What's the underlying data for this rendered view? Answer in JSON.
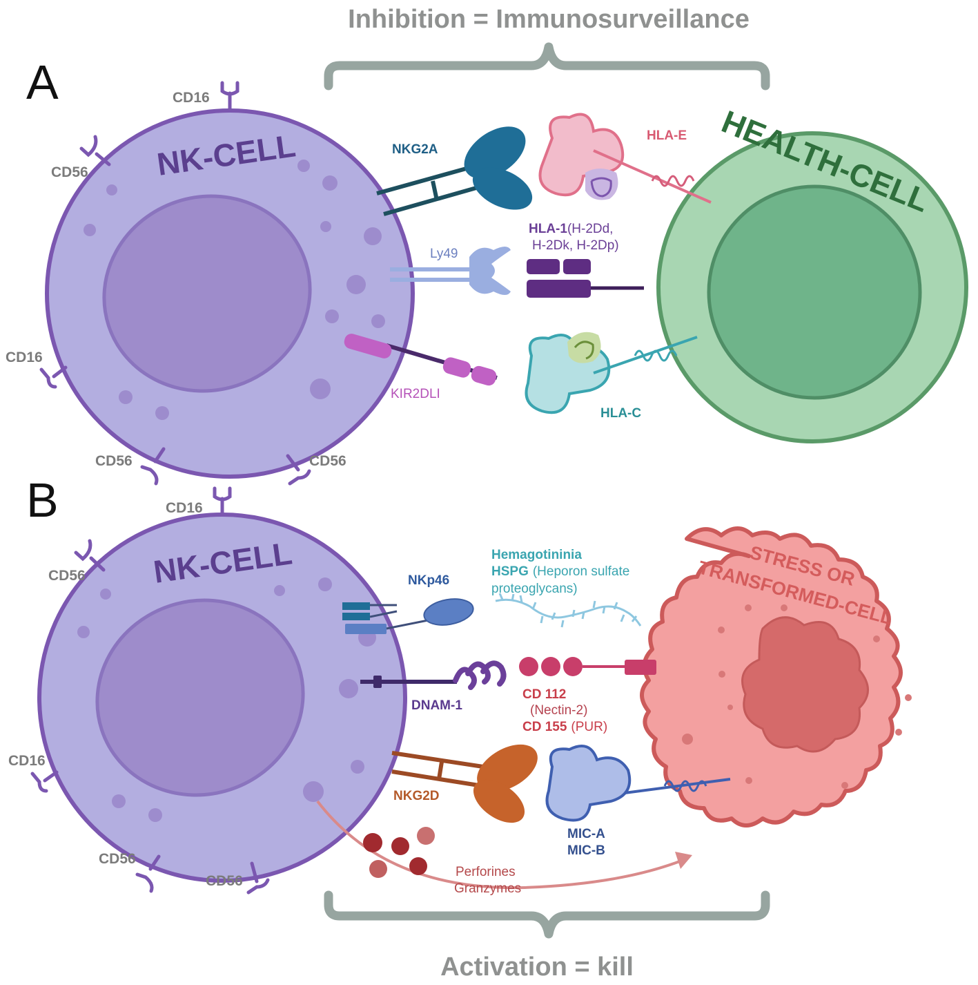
{
  "title_top": "Inhibition = Immunosurveillance",
  "title_bottom": "Activation = kill",
  "panel_a": {
    "letter": "A",
    "nk_cell": "NK-CELL",
    "target_cell": "HEALTH-CELL",
    "markers": {
      "cd16": "CD16",
      "cd56": "CD56"
    },
    "receptors": {
      "nkg2a": "NKG2A",
      "ly49": "Ly49",
      "kir2dli": "KIR2DLI"
    },
    "ligands": {
      "hla_e": "HLA-E",
      "hla_1_bold": "HLA-1",
      "hla_1_rest": "(H-2Dd,",
      "hla_1_line2": "H-2Dk, H-2Dp)",
      "hla_c": "HLA-C"
    }
  },
  "panel_b": {
    "letter": "B",
    "nk_cell": "NK-CELL",
    "target_line1": "STRESS OR",
    "target_line2": "TRANSFORMED-CELL",
    "markers": {
      "cd16": "CD16",
      "cd56": "CD56"
    },
    "receptors": {
      "nkp46": "NKp46",
      "dnam1": "DNAM-1",
      "nkg2d": "NKG2D"
    },
    "ligands": {
      "hemagotininia": "Hemagotininia",
      "hspg_bold": "HSPG",
      "hspg_rest": "(Heporon sulfate",
      "hspg_line2": "proteoglycans)",
      "cd112_bold": "CD 112",
      "cd112_rest": "(Nectin-2)",
      "cd155_bold": "CD 155",
      "cd155_rest": "(PUR)",
      "mica": "MIC-A",
      "micb": "MIC-B"
    },
    "release": {
      "line1": "Perforines",
      "line2": "Granzymes"
    }
  },
  "colors": {
    "nk_cell": "#b3aee0",
    "nk_nucleus": "#9e8ccb",
    "health_cell": "#a8d6b2",
    "health_nucleus": "#6fb48a",
    "tumor_cell": "#f3a0a0",
    "tumor_nucleus": "#d56a6a",
    "bracket": "#97a5a0",
    "nkg2a": "#1f6e97",
    "hla_e": "#e0708a",
    "ly49": "#9aaee0",
    "hla_1": "#5e2d82",
    "kir2dli": "#c061c4",
    "hla_c": "#3aa5b0",
    "nkp46": "#5b7fc4",
    "dnam1": "#6b3f9a",
    "cd112": "#c83e6a",
    "nkg2d": "#c6632b",
    "mic": "#3f5fb0",
    "granules": "#a12a2f"
  }
}
